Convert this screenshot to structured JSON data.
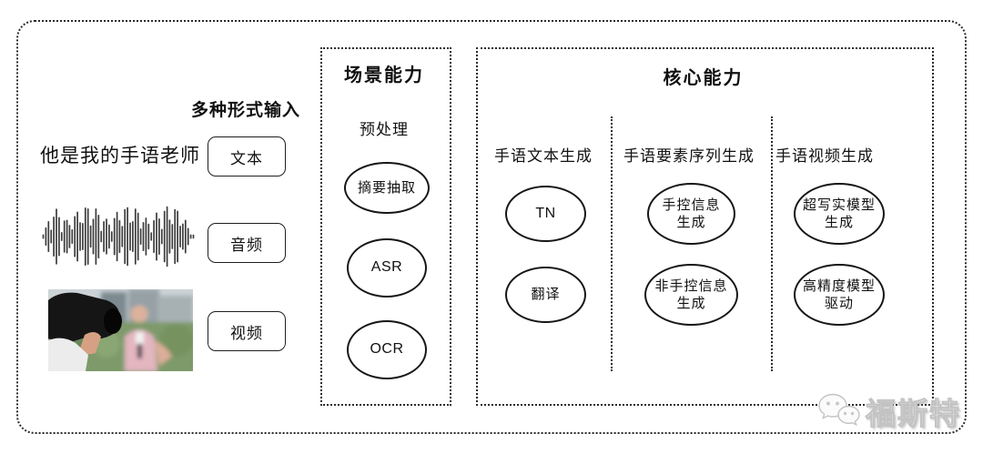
{
  "input_section": {
    "label": "多种形式输入",
    "rows": [
      {
        "content_type": "text",
        "content": "他是我的手语老师",
        "box_label": "文本"
      },
      {
        "content_type": "audio",
        "icon": "audio-waveform-icon",
        "box_label": "音频"
      },
      {
        "content_type": "video",
        "icon": "video-thumbnail",
        "box_label": "视频"
      }
    ]
  },
  "scene_capability": {
    "title": "场景能力",
    "subtitle": "预处理",
    "nodes": [
      {
        "label": "摘要抽取"
      },
      {
        "label": "ASR"
      },
      {
        "label": "OCR"
      }
    ]
  },
  "core_capability": {
    "title": "核心能力",
    "columns": [
      {
        "header": "手语文本生成",
        "nodes": [
          {
            "label": "TN"
          },
          {
            "label": "翻译"
          }
        ]
      },
      {
        "header": "手语要素序列生成",
        "nodes": [
          {
            "label": "手控信息\n生成"
          },
          {
            "label": "非手控信息\n生成"
          }
        ]
      },
      {
        "header": "手语视频生成",
        "nodes": [
          {
            "label": "超写实模型\n生成"
          },
          {
            "label": "高精度模型\n驱动"
          }
        ]
      }
    ]
  },
  "watermark": {
    "text": "福斯特",
    "icon": "wechat-icon"
  },
  "colors": {
    "background": "#ffffff",
    "line": "#2a2a2a",
    "text": "#111111",
    "watermark": "#c3c3c3"
  }
}
